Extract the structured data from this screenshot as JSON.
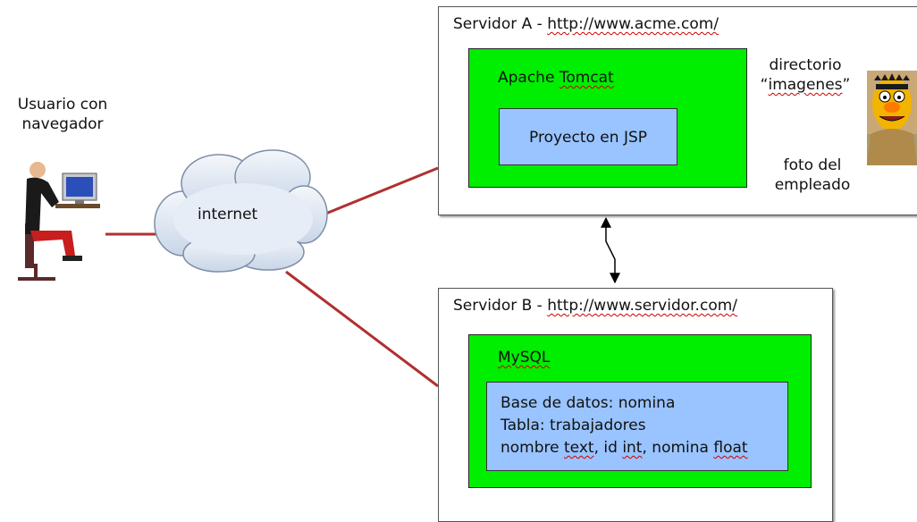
{
  "user": {
    "label_line1": "Usuario con",
    "label_line2": "navegador"
  },
  "cloud": {
    "label": "internet"
  },
  "server_a": {
    "title_prefix": "Servidor A - ",
    "title_url": "http://www.acme.com/",
    "container": {
      "label_plain": "Apache ",
      "label_wavy": "Tomcat"
    },
    "inner": {
      "label": "Proyecto en JSP"
    }
  },
  "directory": {
    "line1": "directorio",
    "line2_quote_open": "“",
    "line2_word": "imagenes",
    "line2_quote_close": "”"
  },
  "photo": {
    "caption_line1": "foto del",
    "caption_line2": "empleado",
    "icon": "muppet-portrait"
  },
  "server_b": {
    "title_prefix": "Servidor B - ",
    "title_url": "http://www.servidor.com/",
    "container": {
      "label": "MySQL"
    },
    "inner": {
      "line1": "Base de datos: nomina",
      "line2": "Tabla: trabajadores",
      "line3_parts": [
        "nombre ",
        "text",
        ", id ",
        "int",
        ", nomina ",
        "float"
      ]
    }
  },
  "colors": {
    "link_line": "#b03030",
    "container_fill": "#00ee00",
    "inner_fill": "#99c4ff",
    "spellcheck_underline": "#d00000"
  }
}
